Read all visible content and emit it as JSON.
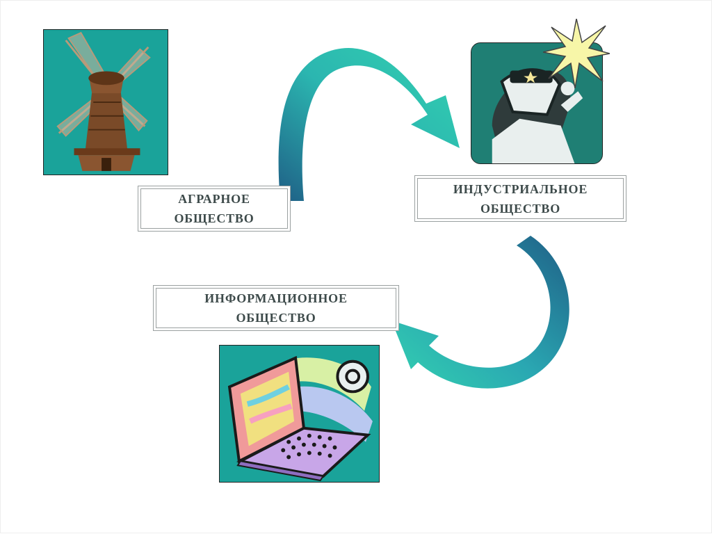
{
  "stages": [
    {
      "id": "agrarian",
      "line1": "АГРАРНОЕ",
      "line2": "ОБЩЕСТВО",
      "icon": "windmill-icon"
    },
    {
      "id": "industrial",
      "line1": "ИНДУСТРИАЛЬНОЕ",
      "line2": "ОБЩЕСТВО",
      "icon": "welder-icon"
    },
    {
      "id": "information",
      "line1": "ИНФОРМАЦИОННОЕ",
      "line2": "ОБЩЕСТВО",
      "icon": "laptop-icon"
    }
  ],
  "colors": {
    "picture_bg": "#1aa39a",
    "arrow_light": "#2ec9b3",
    "arrow_dark": "#1f5f86",
    "label_text": "#3d4a4a"
  }
}
